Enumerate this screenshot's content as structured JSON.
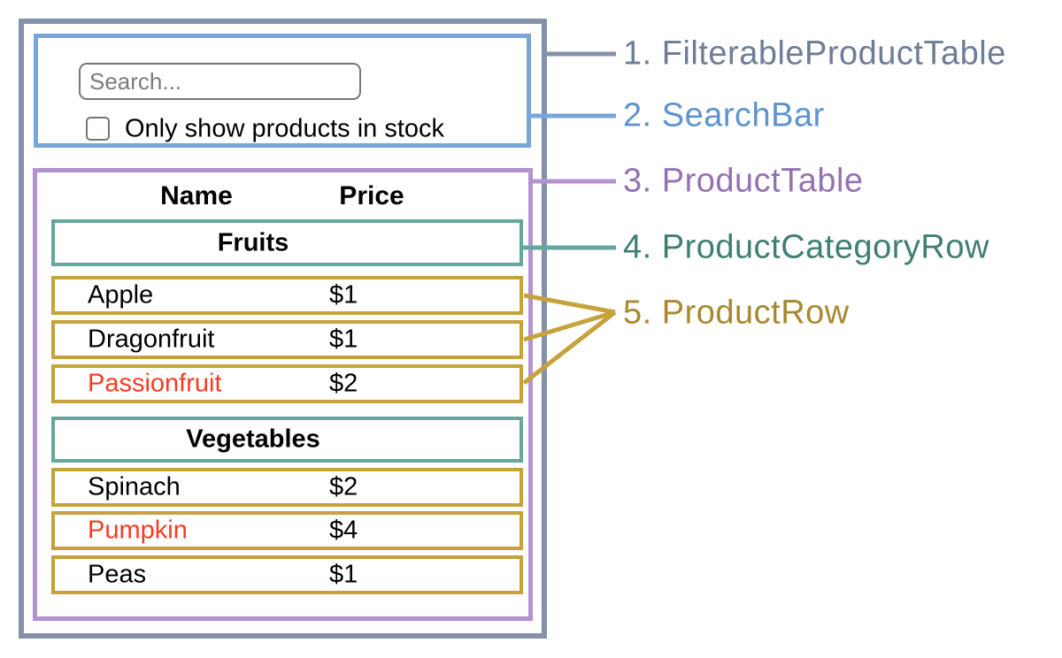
{
  "colors": {
    "slate_border": "#8392aa",
    "blue_border": "#79a4dc",
    "purple_border": "#b392cf",
    "teal_border": "#64a79c",
    "gold_border": "#c7a23c",
    "slate_text": "#6d7d97",
    "blue_text": "#5d93cf",
    "purple_text": "#9571b2",
    "teal_text": "#3f7f73",
    "gold_text": "#a8892f",
    "red_text": "#f93b22",
    "black_text": "#000000",
    "control_gray": "#777777",
    "placeholder_gray": "#7c7c7c"
  },
  "legend": {
    "labels": [
      {
        "text": "1. FilterableProductTable",
        "color": "#6d7d97"
      },
      {
        "text": "2. SearchBar",
        "color": "#5d93cf"
      },
      {
        "text": "3. ProductTable",
        "color": "#9571b2"
      },
      {
        "text": "4. ProductCategoryRow",
        "color": "#3f7f73"
      },
      {
        "text": "5. ProductRow",
        "color": "#a8892f"
      }
    ]
  },
  "search_bar": {
    "input_placeholder": "Search...",
    "input_value": "",
    "checkbox_checked": false,
    "checkbox_label": "Only show products in stock"
  },
  "product_table": {
    "columns": [
      "Name",
      "Price"
    ],
    "groups": [
      {
        "category": "Fruits",
        "rows": [
          {
            "name": "Apple",
            "price": "$1",
            "name_color": "#000000"
          },
          {
            "name": "Dragonfruit",
            "price": "$1",
            "name_color": "#000000"
          },
          {
            "name": "Passionfruit",
            "price": "$2",
            "name_color": "#f93b22"
          }
        ]
      },
      {
        "category": "Vegetables",
        "rows": [
          {
            "name": "Spinach",
            "price": "$2",
            "name_color": "#000000"
          },
          {
            "name": "Pumpkin",
            "price": "$4",
            "name_color": "#f93b22"
          },
          {
            "name": "Peas",
            "price": "$1",
            "name_color": "#000000"
          }
        ]
      }
    ]
  }
}
